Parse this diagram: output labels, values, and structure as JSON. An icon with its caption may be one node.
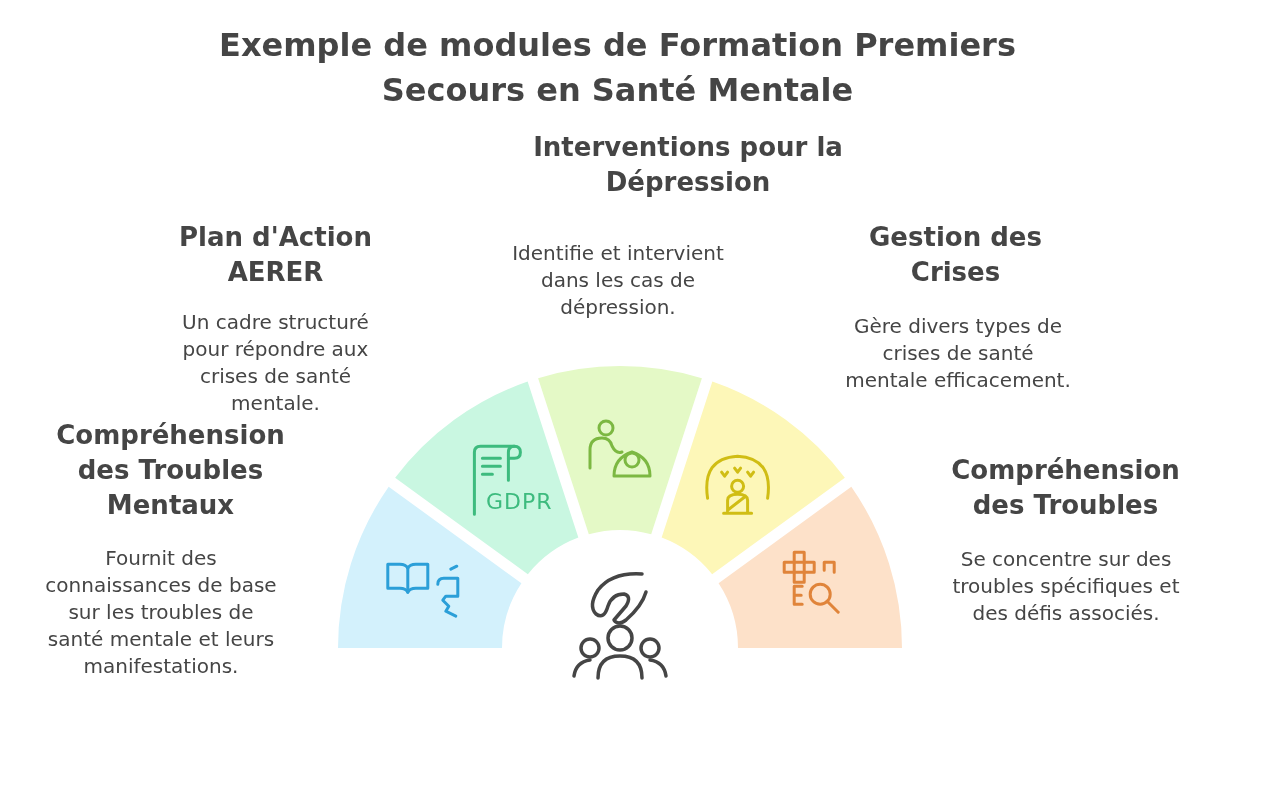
{
  "diagram": {
    "title": "Exemple de modules de Formation Premiers Secours en Santé Mentale",
    "nodes": [
      {
        "text": [
          "Compréhension des Troubles Mentaux",
          "Fournit des connaissances de base sur les troubles de santé mentale et leurs manifestations."
        ]
      },
      {
        "text": [
          "Plan d'Action AERER",
          "Un cadre structuré pour répondre aux crises de santé mentale."
        ]
      },
      {
        "text": [
          "Interventions pour la Dépression",
          "Identifie et intervient dans les cas de dépression."
        ]
      },
      {
        "text": [
          "Gestion des Crises",
          "Gère divers types de crises de santé mentale efficacement."
        ]
      },
      {
        "text": [
          "Compréhension des Troubles",
          "Se concentre sur des troubles spécifiques et des défis associés."
        ]
      }
    ],
    "labels": [
      "GDPR"
    ]
  }
}
